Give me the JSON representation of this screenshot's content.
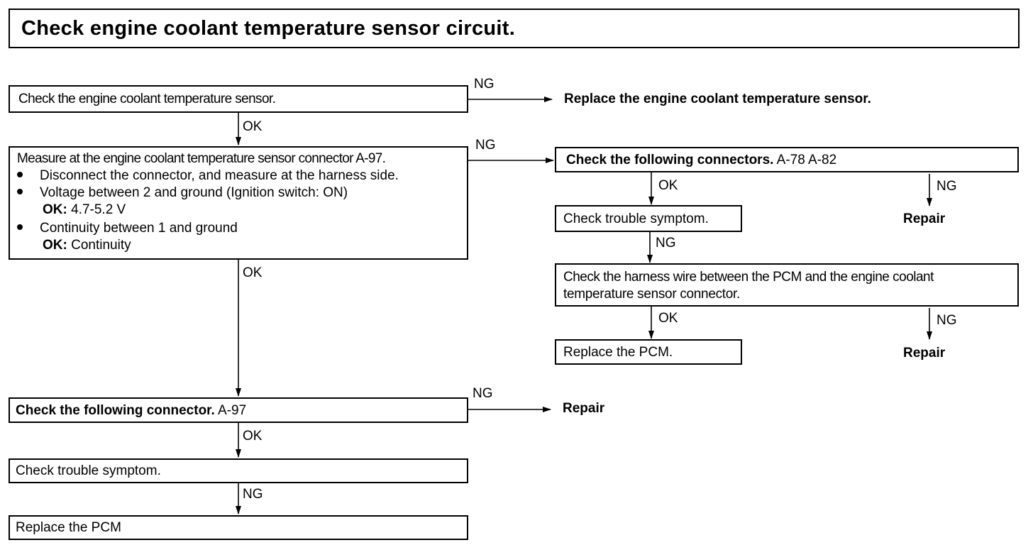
{
  "title": "Check engine coolant temperature sensor circuit.",
  "steps": {
    "s1": {
      "text": "Check the engine coolant temperature sensor."
    },
    "s1_ng": {
      "text": "Replace the engine coolant temperature sensor."
    },
    "s2": {
      "heading": "Measure at the engine coolant temperature sensor connector A-97.",
      "bullets": [
        "Disconnect the connector, and measure at the harness side.",
        "Voltage between 2 and ground (Ignition switch: ON)",
        "Continuity between 1 and ground"
      ],
      "ok1_label": "OK:",
      "ok1_value": "4.7-5.2 V",
      "ok2_label": "OK:",
      "ok2_value": "Continuity"
    },
    "s3": {
      "bold": "Check the following connectors.",
      "normal": "A-78 A-82"
    },
    "s3_ng": {
      "text": "Repair"
    },
    "s4": {
      "text": "Check trouble symptom."
    },
    "s5": {
      "text": "Check the harness wire between the PCM and the engine coolant",
      "text2": "temperature sensor connector."
    },
    "s5_ng": {
      "text": "Repair"
    },
    "s6": {
      "text": "Replace the PCM."
    },
    "s7": {
      "bold": "Check the following connector.",
      "normal": "A-97"
    },
    "s7_ng": {
      "text": "Repair"
    },
    "s8": {
      "text": "Check trouble symptom."
    },
    "s9": {
      "text": "Replace the PCM"
    }
  },
  "labels": {
    "ok": "OK",
    "ng": "NG"
  }
}
